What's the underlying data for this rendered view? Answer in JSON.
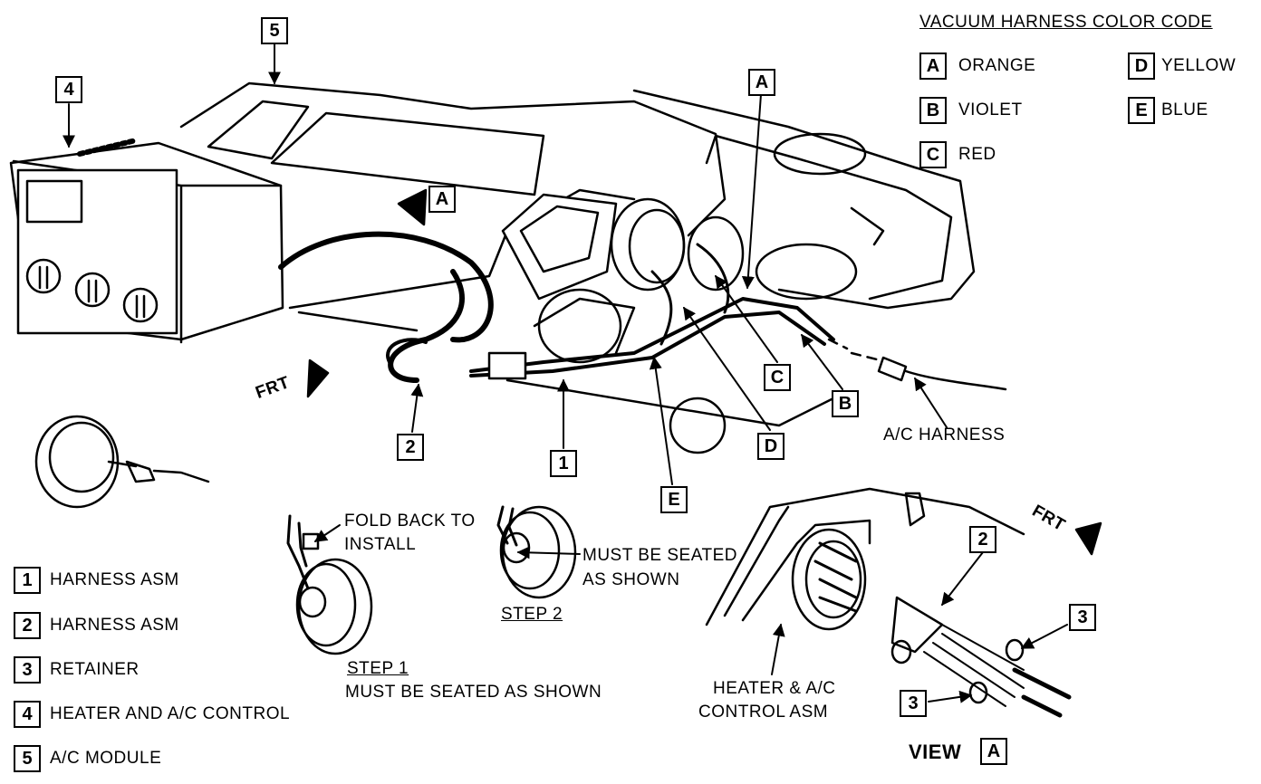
{
  "color_code": {
    "title": "VACUUM HARNESS COLOR CODE",
    "entries": [
      {
        "key": "A",
        "color": "ORANGE"
      },
      {
        "key": "B",
        "color": "VIOLET"
      },
      {
        "key": "C",
        "color": "RED"
      },
      {
        "key": "D",
        "color": "YELLOW"
      },
      {
        "key": "E",
        "color": "BLUE"
      }
    ]
  },
  "legend": {
    "items": [
      {
        "num": "1",
        "label": "HARNESS ASM"
      },
      {
        "num": "2",
        "label": "HARNESS ASM"
      },
      {
        "num": "3",
        "label": "RETAINER"
      },
      {
        "num": "4",
        "label": "HEATER AND A/C CONTROL"
      },
      {
        "num": "5",
        "label": "A/C MODULE"
      }
    ]
  },
  "callouts": {
    "n1": "1",
    "n2": "2",
    "n4": "4",
    "n5": "5",
    "a_top": "A",
    "a_arrow": "A",
    "b": "B",
    "c": "C",
    "d": "D",
    "e": "E",
    "view_n2": "2",
    "view_n3a": "3",
    "view_n3b": "3"
  },
  "labels": {
    "frt_main": "FRT",
    "frt_view": "FRT",
    "ac_harness": "A/C HARNESS",
    "fold_back_1": "FOLD BACK TO",
    "fold_back_2": "INSTALL",
    "must_seated_1": "MUST BE SEATED",
    "must_seated_2": "AS SHOWN",
    "step1": "STEP 1",
    "step1_note": "MUST BE SEATED AS SHOWN",
    "step2": "STEP 2",
    "heater_ctrl_1": "HEATER & A/C",
    "heater_ctrl_2": "CONTROL ASM",
    "view": "VIEW",
    "view_key": "A"
  }
}
